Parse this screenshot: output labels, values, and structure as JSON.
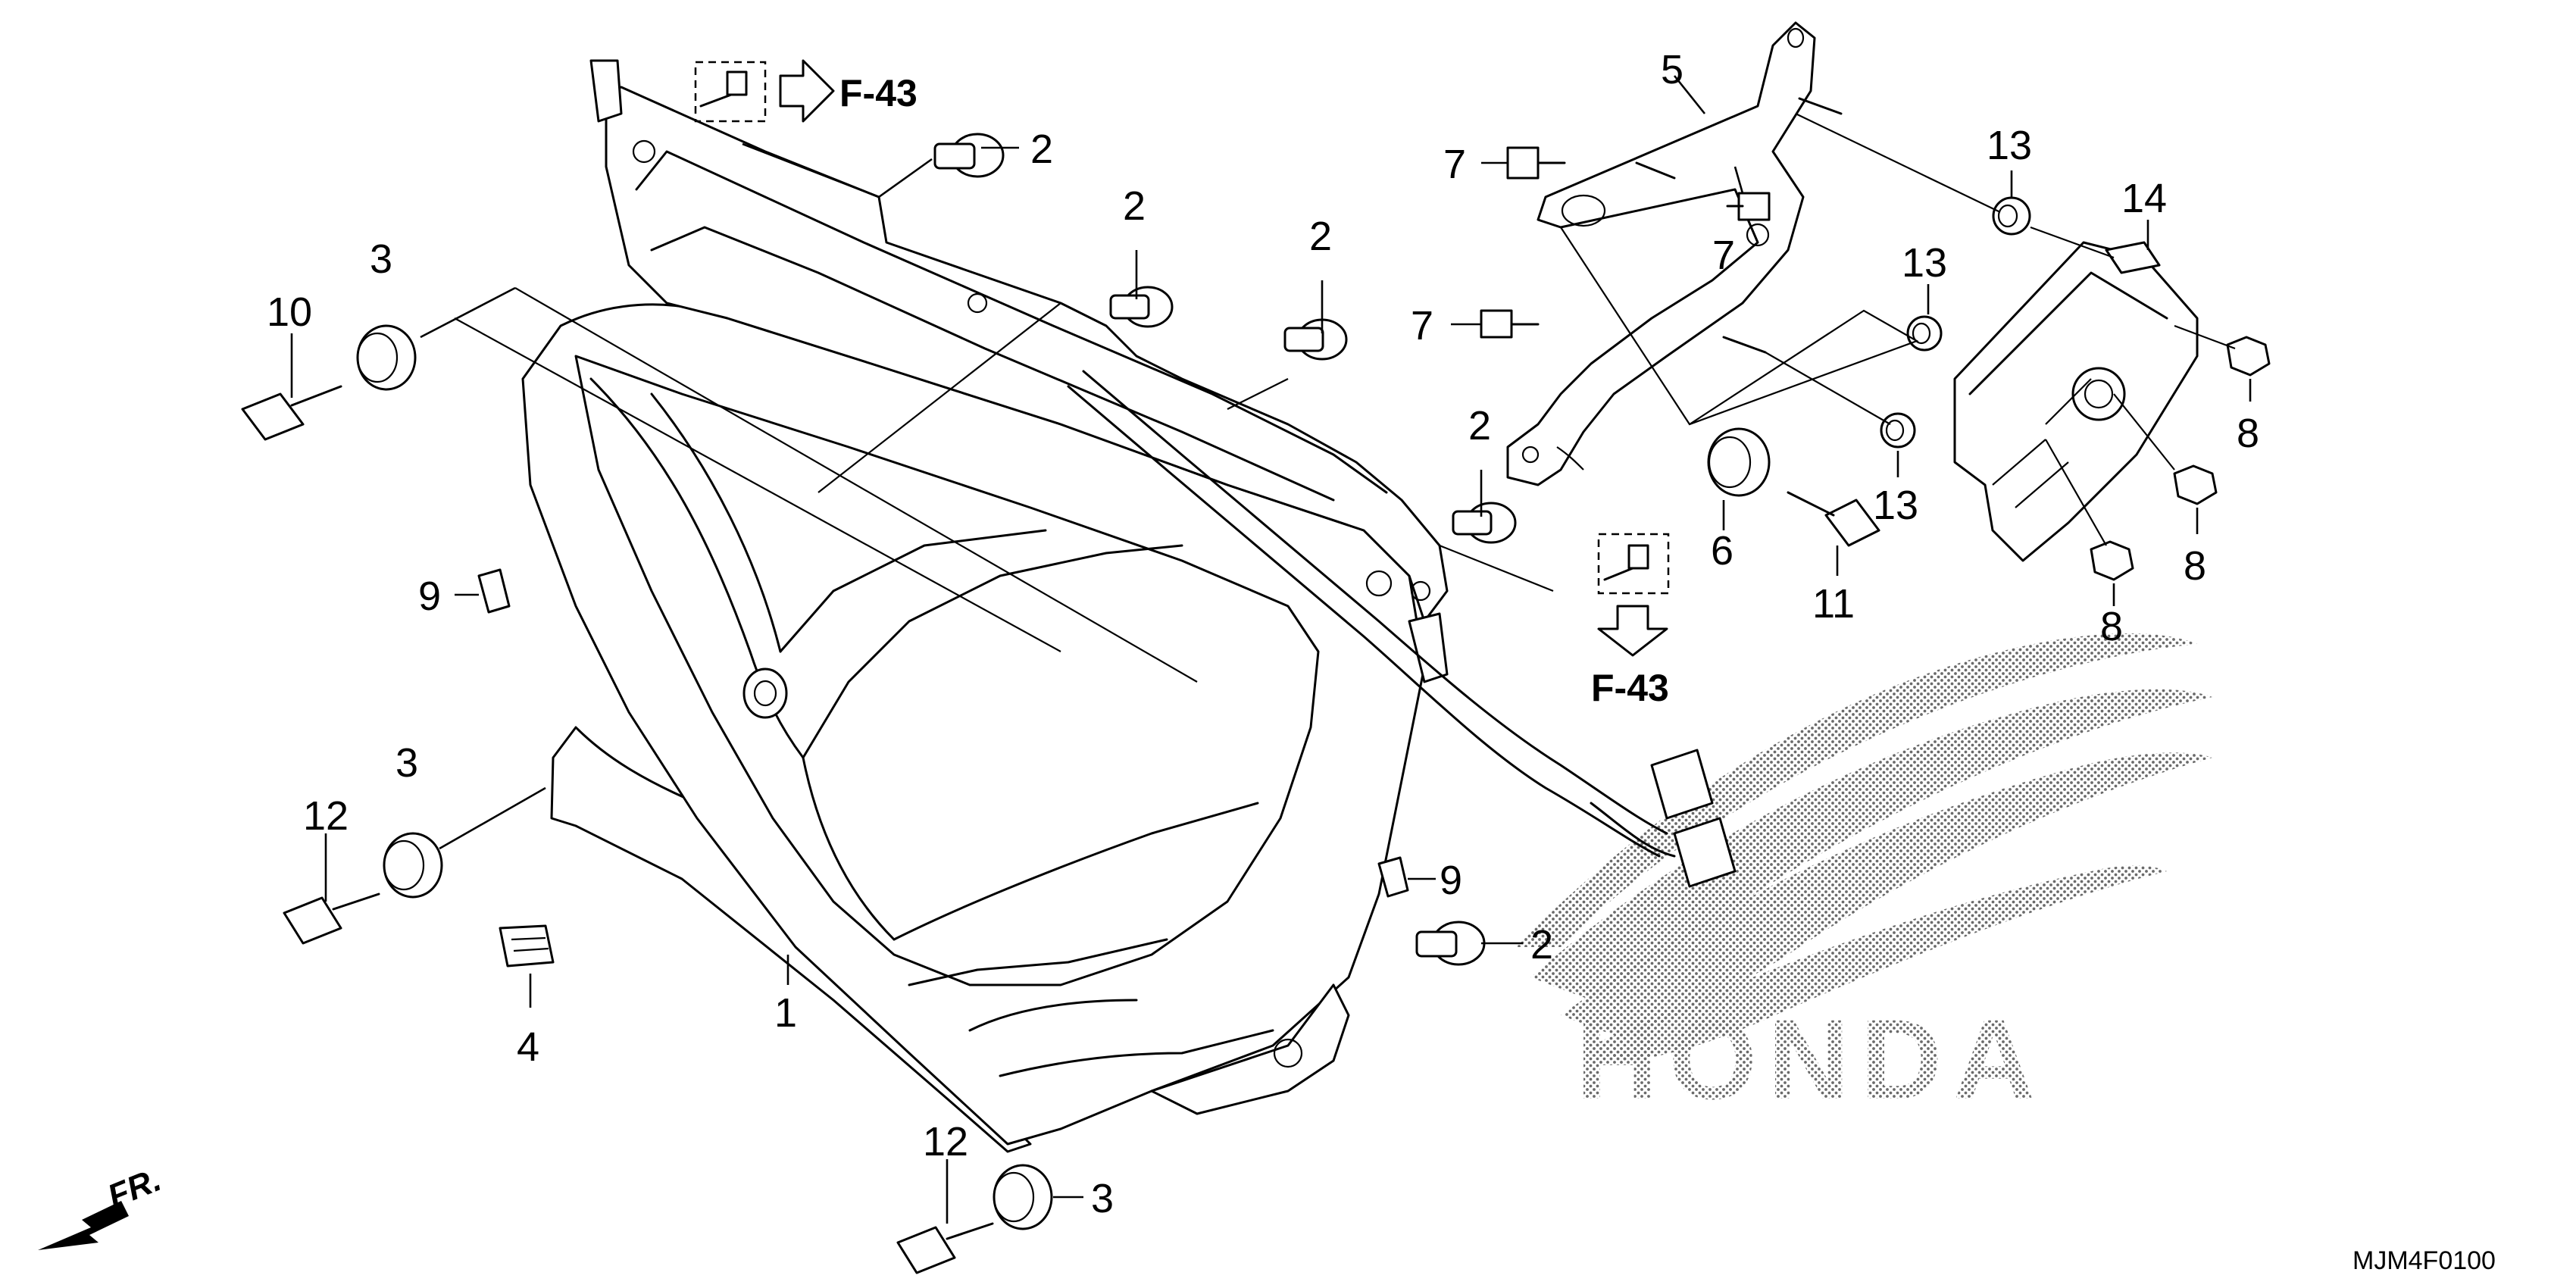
{
  "diagram": {
    "catalog_code": "MJM4F0100",
    "front_marker": "FR.",
    "watermark_logo": "HONDA",
    "references": [
      {
        "id": "ref-upper",
        "label": "F-43"
      },
      {
        "id": "ref-right",
        "label": "F-43"
      }
    ],
    "callouts": [
      {
        "id": "c1",
        "label": "1"
      },
      {
        "id": "c2a",
        "label": "2"
      },
      {
        "id": "c2b",
        "label": "2"
      },
      {
        "id": "c2c",
        "label": "2"
      },
      {
        "id": "c2d",
        "label": "2"
      },
      {
        "id": "c2e",
        "label": "2"
      },
      {
        "id": "c3a",
        "label": "3"
      },
      {
        "id": "c3b",
        "label": "3"
      },
      {
        "id": "c3c",
        "label": "3"
      },
      {
        "id": "c4",
        "label": "4"
      },
      {
        "id": "c5",
        "label": "5"
      },
      {
        "id": "c6",
        "label": "6"
      },
      {
        "id": "c7a",
        "label": "7"
      },
      {
        "id": "c7b",
        "label": "7"
      },
      {
        "id": "c7c",
        "label": "7"
      },
      {
        "id": "c8a",
        "label": "8"
      },
      {
        "id": "c8b",
        "label": "8"
      },
      {
        "id": "c8c",
        "label": "8"
      },
      {
        "id": "c9a",
        "label": "9"
      },
      {
        "id": "c9b",
        "label": "9"
      },
      {
        "id": "c10",
        "label": "10"
      },
      {
        "id": "c11",
        "label": "11"
      },
      {
        "id": "c12a",
        "label": "12"
      },
      {
        "id": "c12b",
        "label": "12"
      },
      {
        "id": "c13a",
        "label": "13"
      },
      {
        "id": "c13b",
        "label": "13"
      },
      {
        "id": "c13c",
        "label": "13"
      },
      {
        "id": "c14",
        "label": "14"
      }
    ]
  }
}
